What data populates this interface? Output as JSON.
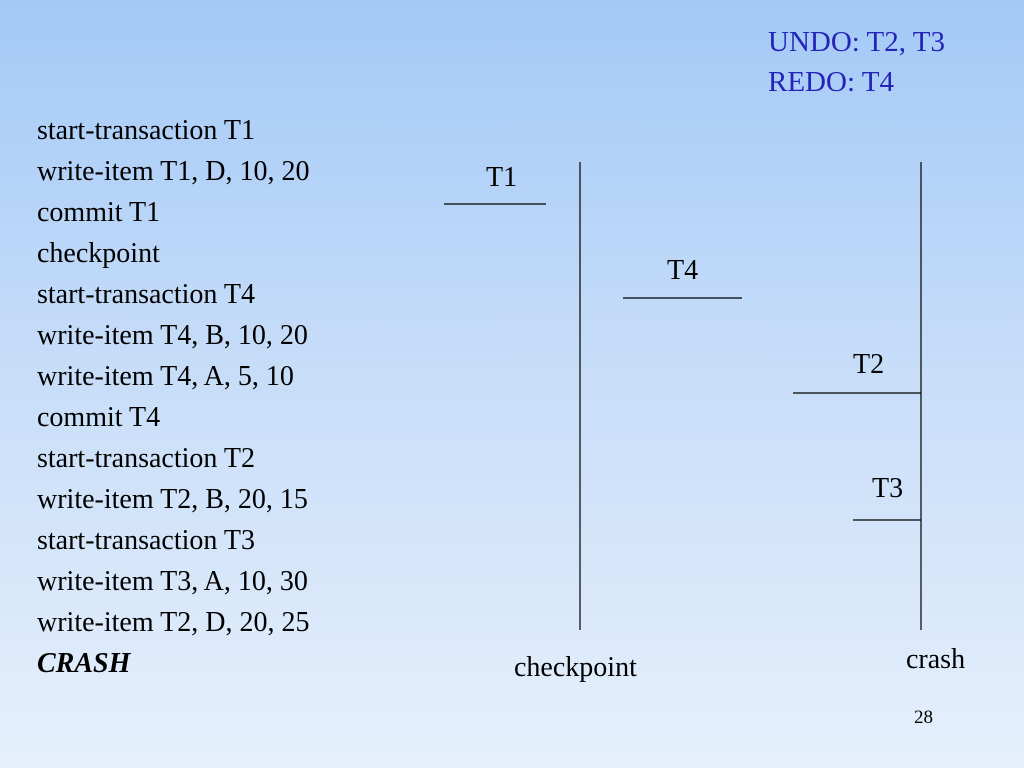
{
  "summary": {
    "undo": "UNDO: T2, T3",
    "redo": "REDO: T4"
  },
  "log": [
    "start-transaction T1",
    "write-item T1, D, 10, 20",
    "commit T1",
    "checkpoint",
    "start-transaction T4",
    "write-item T4, B, 10, 20",
    "write-item T4, A, 5, 10",
    "commit T4",
    "start-transaction T2",
    "write-item T2, B, 20, 15",
    "start-transaction T3",
    "write-item T3, A, 10, 30",
    "write-item T2, D, 20, 25",
    "CRASH"
  ],
  "timeline": {
    "checkpoint_label": "checkpoint",
    "crash_label": "crash",
    "transactions": [
      "T1",
      "T4",
      "T2",
      "T3"
    ]
  },
  "colors": {
    "summary_text": "#2424b8",
    "background_top": "#a3c9f7",
    "background_bottom": "#e6f0fc"
  },
  "page_number": "28"
}
